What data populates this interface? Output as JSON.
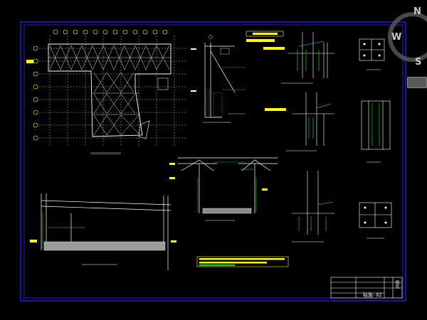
{
  "viewcube": {
    "north": "N",
    "west": "W",
    "south": "S"
  },
  "drawing": {
    "sheet_number": "结施-02",
    "title_block_label": "图名"
  },
  "colors": {
    "background": "#000000",
    "frame": "#1a1aff",
    "linework": "#ffffff",
    "dimension": "#ffff00",
    "annotation": "#00ff00",
    "hatch": "#c0c0c0",
    "highlight": "#00e5ff"
  }
}
